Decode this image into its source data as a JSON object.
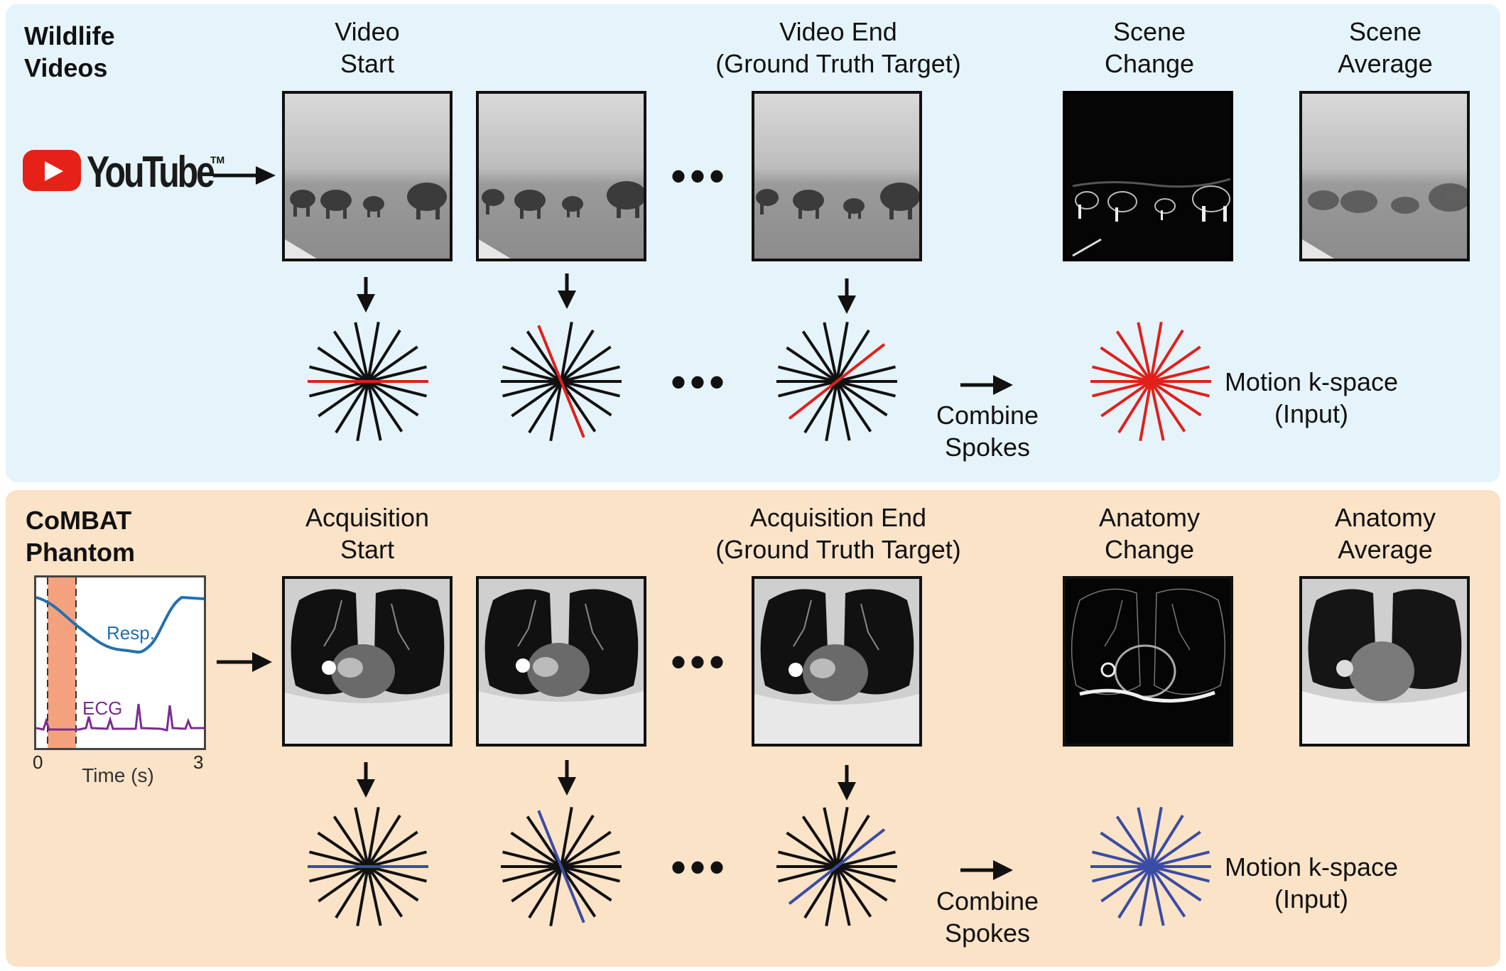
{
  "top": {
    "title": "Wildlife\nVideos",
    "logo_text": "YouTube",
    "logo_tm": "TM",
    "col1": "Video\nStart",
    "col3": "Video End\n(Ground Truth Target)",
    "col4": "Scene\nChange",
    "col5": "Scene\nAverage",
    "dots": "•••",
    "combine": "Combine\nSpokes",
    "output": "Motion k-space\n(Input)"
  },
  "bottom": {
    "title": "CoMBAT\nPhantom",
    "col1": "Acquisition\nStart",
    "col3": "Acquisition End\n(Ground Truth Target)",
    "col4": "Anatomy\nChange",
    "col5": "Anatomy\nAverage",
    "dots": "•••",
    "combine": "Combine\nSpokes",
    "output": "Motion k-space\n(Input)",
    "plot": {
      "resp_label": "Resp.",
      "ecg_label": "ECG",
      "x_label": "Time (s)",
      "x_min": "0",
      "x_max": "3"
    }
  },
  "colors": {
    "top_panel": "#e5f4fb",
    "bottom_panel": "#fbe3c8",
    "highlight_red": "#e0201b",
    "highlight_blue": "#3a4ca3",
    "resp_line": "#2470b0",
    "ecg_line": "#7a2c92",
    "window_shade": "#f4a27e"
  }
}
